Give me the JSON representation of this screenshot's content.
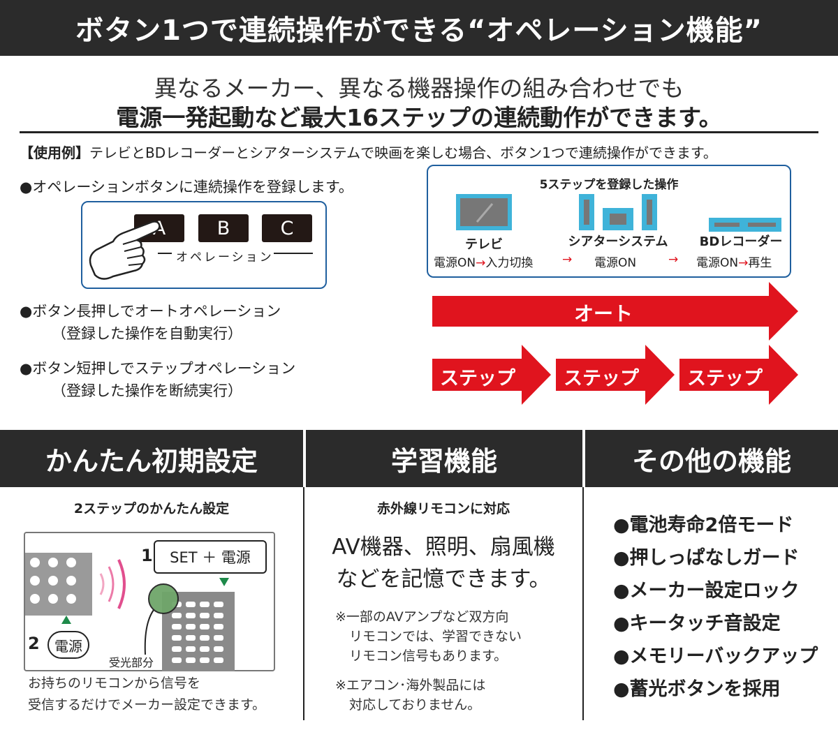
{
  "banner": {
    "title": "ボタン1つで連続操作ができる“オペレーション機能”"
  },
  "lead": {
    "line1": "異なるメーカー、異なる機器操作の組み合わせでも",
    "line2": "電源一発起動など最大16ステップの連続動作ができます。"
  },
  "example": {
    "tag": "【使用例】",
    "text": "テレビとBDレコーダーとシアターシステムで映画を楽しむ場合、ボタン1つで連続操作ができます。"
  },
  "bullets": {
    "register": "●オペレーションボタンに連続操作を登録します。",
    "long_press": "●ボタン長押しでオートオペレーション",
    "long_press_sub": "（登録した操作を自動実行）",
    "short_press": "●ボタン短押しでステップオペレーション",
    "short_press_sub": "（登録した操作を断続実行）"
  },
  "operation": {
    "keys": [
      "A",
      "B",
      "C"
    ],
    "label": "オペレーション"
  },
  "steps": {
    "title": "5ステップを登録した操作",
    "devices": [
      {
        "name": "テレビ",
        "action_a": "電源ON",
        "action_b": "入力切換"
      },
      {
        "name": "シアターシステム",
        "action_a": "電源ON"
      },
      {
        "name": "BDレコーダー",
        "action_a": "電源ON",
        "action_b": "再生"
      }
    ],
    "connector": "→",
    "auto_label": "オート",
    "step_label": "ステップ"
  },
  "sections": {
    "setup": {
      "title": "かんたん初期設定",
      "subtitle": "2ステップのかんたん設定",
      "step1_num": "1",
      "step1_label": "SET ＋ 電源",
      "step2_num": "2",
      "step2_label": "電源",
      "receiver_label": "受光部分",
      "caption1": "お持ちのリモコンから信号を",
      "caption2": "受信するだけでメーカー設定できます。"
    },
    "learning": {
      "title": "学習機能",
      "subtitle": "赤外線リモコンに対応",
      "main1": "AV機器、照明、扇風機",
      "main2": "などを記憶できます。",
      "note1_1": "※一部のAVアンプなど双方向",
      "note1_2": "リモコンでは、学習できない",
      "note1_3": "リモコン信号もあります。",
      "note2_1": "※エアコン･海外製品には",
      "note2_2": "対応しておりません。"
    },
    "other": {
      "title": "その他の機能",
      "items": [
        "●電池寿命2倍モード",
        "●押しっぱなしガード",
        "●メーカー設定ロック",
        "●キータッチ音設定",
        "●メモリーバックアップ",
        "●蓄光ボタンを採用"
      ]
    }
  },
  "colors": {
    "dark": "#2b2b2b",
    "accent_red": "#e0141e",
    "frame_blue": "#1f5f9e",
    "device_blue": "#3fb3d9"
  }
}
